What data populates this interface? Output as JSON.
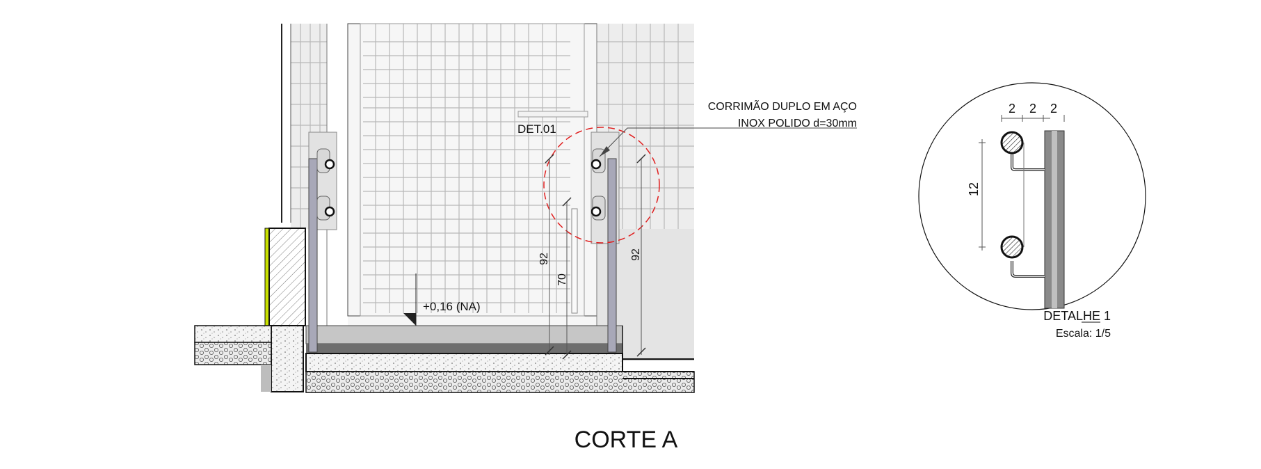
{
  "section": {
    "title": "CORTE A",
    "level_mark": "+0,16 (NA)",
    "detail_reference": "DET.01",
    "handrail_note_line1": "CORRIMÃO DUPLO EM AÇO",
    "handrail_note_line2": "INOX POLIDO d=30mm",
    "dimension_left_92": "92",
    "dimension_70": "70",
    "dimension_right_92": "92"
  },
  "detail": {
    "title": "DETALHE 1",
    "scale": "Escala: 1/5",
    "dim_a": "2",
    "dim_b": "2",
    "dim_c": "2",
    "dim_height": "12"
  },
  "colors": {
    "linework": "#111111",
    "detail_circle": "#e02020",
    "insulation": "#c8e000",
    "post": "#a8a8b8"
  }
}
